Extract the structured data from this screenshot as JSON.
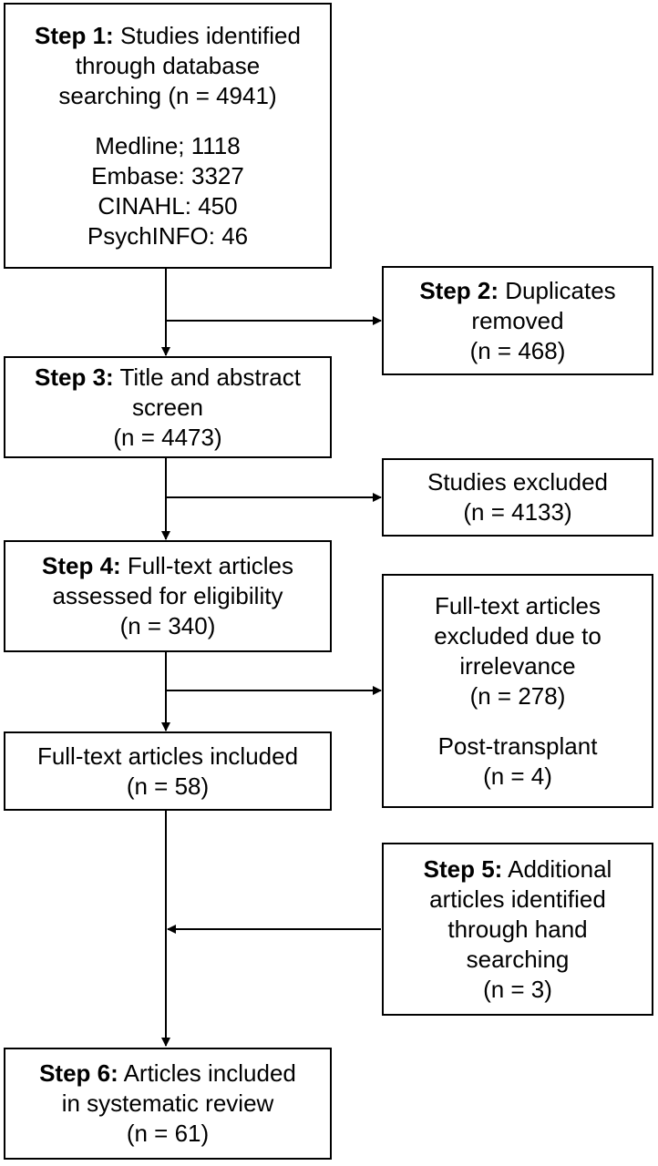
{
  "boxes": {
    "step1": {
      "label": "Step 1:",
      "title_rest": " Studies identified",
      "title_l2": "through database",
      "title_l3": "searching (n = 4941)",
      "sources": [
        "Medline; 1118",
        "Embase: 3327",
        "CINAHL: 450",
        "PsychINFO: 46"
      ]
    },
    "step2": {
      "label": "Step 2:",
      "title_rest": " Duplicates",
      "l2": "removed",
      "count": "(n = 468)"
    },
    "step3": {
      "label": "Step 3:",
      "title_rest": " Title and abstract",
      "l2": "screen",
      "count": "(n = 4473)"
    },
    "excluded1": {
      "l1": "Studies excluded",
      "count": "(n = 4133)"
    },
    "step4": {
      "label": "Step 4:",
      "title_rest": " Full-text articles",
      "l2": "assessed for eligibility",
      "count": "(n = 340)"
    },
    "excluded2": {
      "l1": "Full-text articles",
      "l2": "excluded due to",
      "l3": "irrelevance",
      "count": "(n = 278)",
      "l5": "Post-transplant",
      "count2": "(n = 4)"
    },
    "included": {
      "l1": "Full-text articles included",
      "count": "(n = 58)"
    },
    "step5": {
      "label": "Step 5:",
      "title_rest": " Additional",
      "l2": "articles identified",
      "l3": "through hand",
      "l4": "searching",
      "count": "(n = 3)"
    },
    "step6": {
      "label": "Step 6:",
      "title_rest": " Articles included",
      "l2": "in systematic review",
      "count": "(n = 61)"
    }
  },
  "colors": {
    "stroke": "#000000",
    "background": "#ffffff"
  }
}
